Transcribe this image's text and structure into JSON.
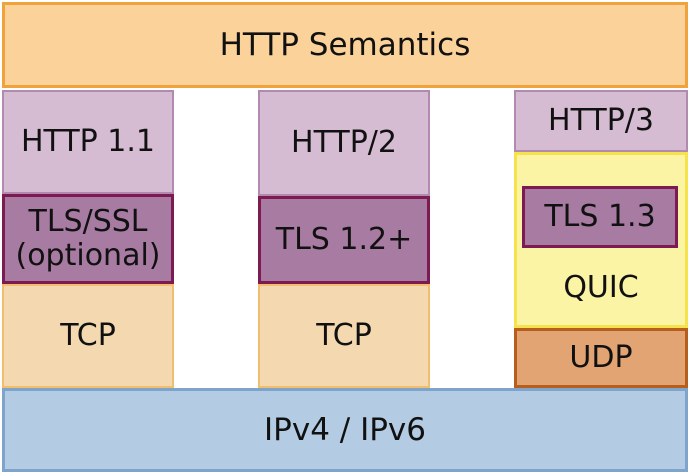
{
  "top": {
    "label": "HTTP Semantics"
  },
  "stacks": [
    {
      "http": "HTTP 1.1",
      "tls_line1": "TLS/SSL",
      "tls_line2": "(optional)",
      "transport": "TCP"
    },
    {
      "http": "HTTP/2",
      "tls": "TLS 1.2+",
      "transport": "TCP"
    },
    {
      "http": "HTTP/3",
      "tls": "TLS 1.3",
      "quic": "QUIC",
      "transport": "UDP"
    }
  ],
  "bottom": {
    "label": "IPv4 / IPv6"
  },
  "colors": {
    "semantics_fill": "#fad29a",
    "http_fill": "#d6bcd2",
    "tls_fill": "#a87ba2",
    "tcp_fill": "#f4d9b0",
    "quic_fill": "#fbf4a4",
    "udp_fill": "#e3a474",
    "ip_fill": "#b3cce4"
  }
}
